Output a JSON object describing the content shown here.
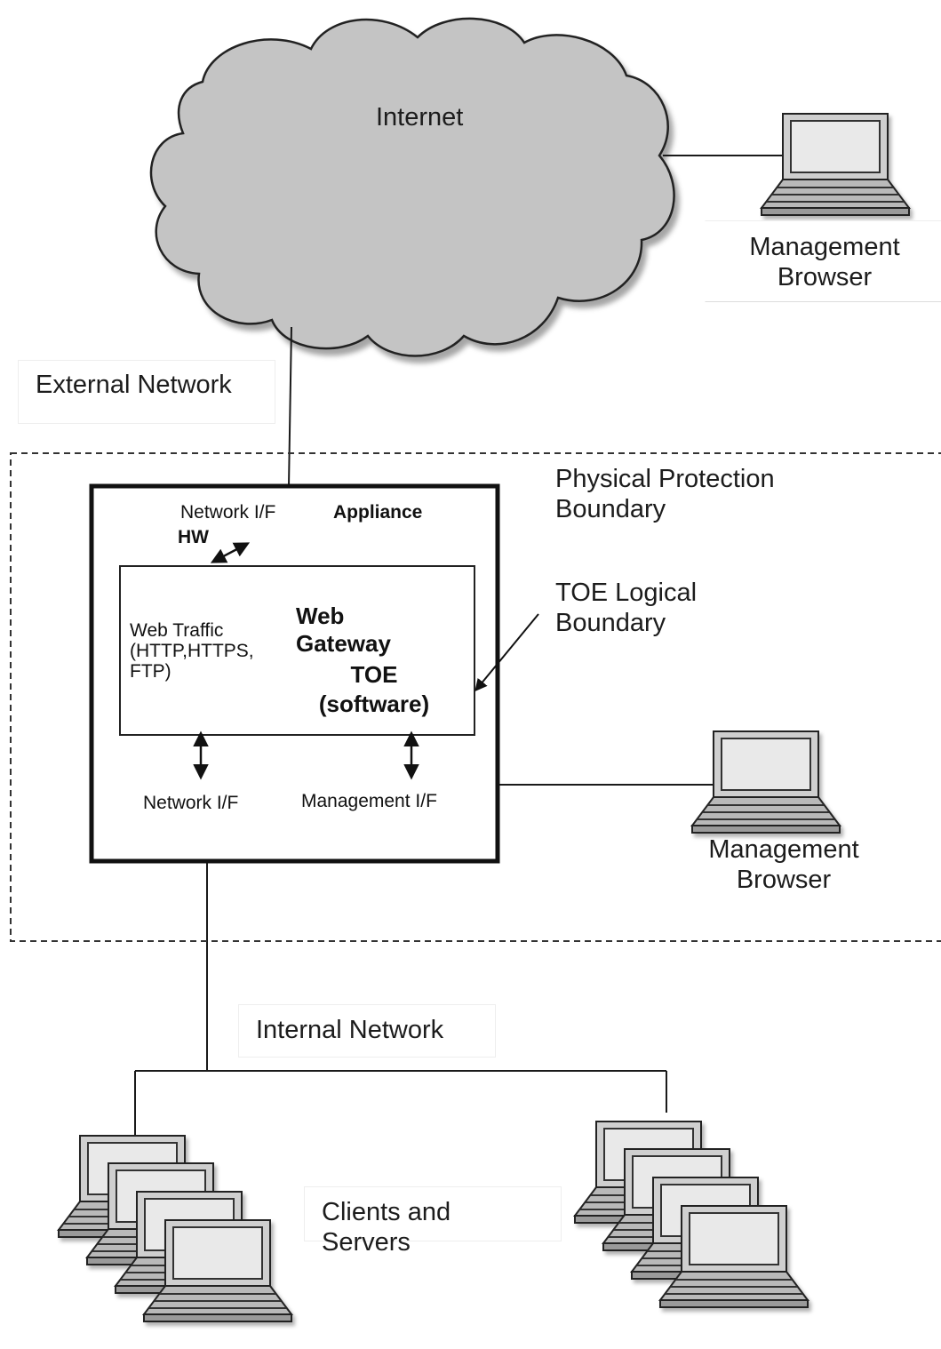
{
  "labels": {
    "internet": "Internet",
    "management_browser_top": "Management\nBrowser",
    "external_network": "External Network",
    "physical_protection_boundary": "Physical Protection\nBoundary",
    "toe_logical_boundary": "TOE Logical\nBoundary",
    "network_if_top": "Network I/F",
    "hw": "HW",
    "appliance": "Appliance",
    "web_traffic": "Web Traffic\n(HTTP,HTTPS,\nFTP)",
    "web_gateway": "Web\nGateway",
    "toe_software": "TOE\n(software)",
    "network_if_bottom": "Network I/F",
    "management_if": "Management I/F",
    "management_browser_mid": "Management\nBrowser",
    "internal_network": "Internal Network",
    "clients_and_servers": "Clients and\nServers"
  },
  "icons": {
    "cloud": "cloud-icon",
    "laptop": "laptop-icon",
    "arrow": "double-arrow-icon"
  },
  "colors": {
    "cloud_fill": "#c4c4c4",
    "laptop_fill": "#d2d2d2",
    "line": "#1a1a1a"
  }
}
